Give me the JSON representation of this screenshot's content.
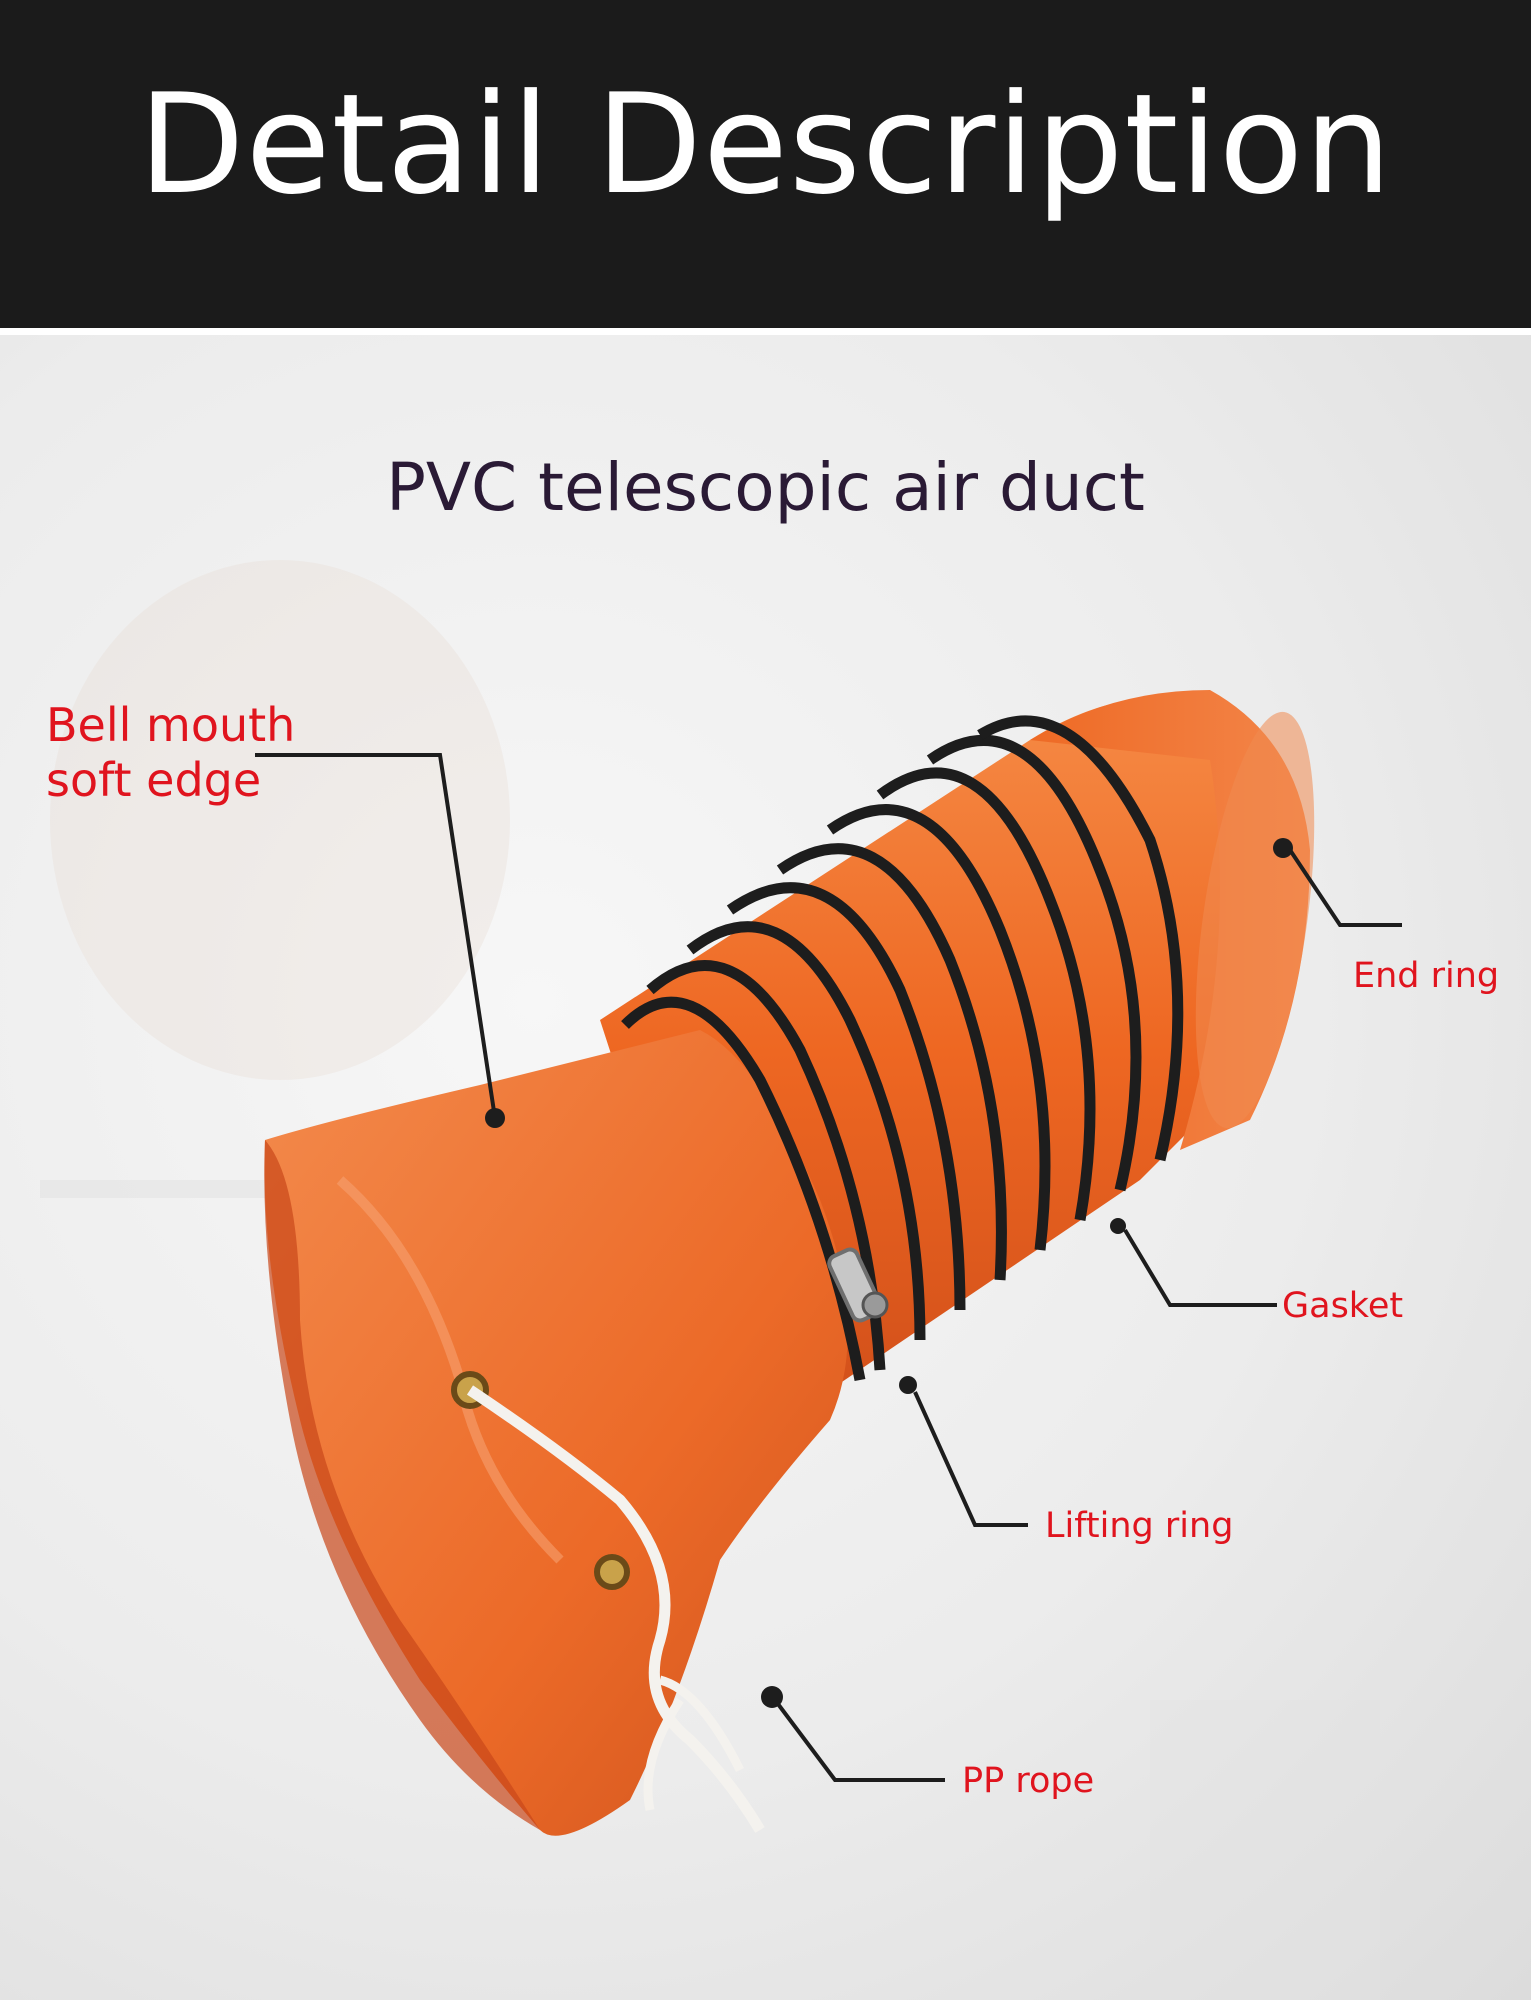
{
  "header": {
    "title": "Detail Description"
  },
  "subtitle": "PVC telescopic air duct",
  "labels": {
    "bell_mouth_line1": "Bell mouth",
    "bell_mouth_line2": "soft edge",
    "end_ring": "End ring",
    "gasket": "Gasket",
    "lifting_ring": "Lifting ring",
    "pp_rope": "PP rope"
  },
  "colors": {
    "header_bg": "#1b1b1b",
    "title_text": "#ffffff",
    "subtitle_text": "#2a1a35",
    "label_text": "#e0141e",
    "duct_orange": "#ef6a23",
    "spiral_wire": "#1d1d1d"
  }
}
